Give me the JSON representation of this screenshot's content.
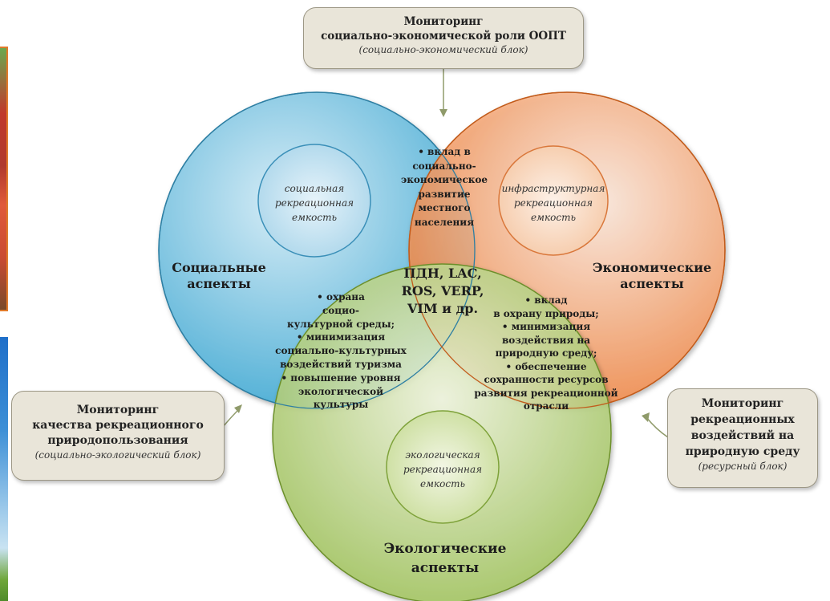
{
  "top_box": {
    "title": "Мониторинг\nсоциально-экономической роли ООПТ",
    "subtitle": "(социально-экономический блок)"
  },
  "left_box": {
    "title": "Мониторинг\nкачества рекреационного\nприродопользования",
    "subtitle": "(социально-экологический блок)"
  },
  "right_box": {
    "title": "Мониторинг\nрекреационных\nвоздействий на\nприродную среду",
    "subtitle": "(ресурсный блок)"
  },
  "circles": {
    "social": {
      "label": "Социальные\nаспекты",
      "inner": "социальная\nрекреационная\nемкость",
      "color": "#3fa8d2"
    },
    "economic": {
      "label": "Экономические\nаспекты",
      "inner": "инфраструктурная\nрекреационная\nемкость",
      "color": "#f07a30"
    },
    "ecological": {
      "label": "Экологические\nаспекты",
      "inner": "экологическая\nрекреационная\nемкость",
      "color": "#92ba45"
    }
  },
  "intersections": {
    "social_economic": "• вклад в\nсоциально-\nэкономическое\nразвитие\nместного\nнаселения",
    "social_ecological": "• охрана\nсоцио-\nкультурной среды;\n• минимизация\nсоциально-культурных\nвоздействий туризма\n• повышение уровня\nэкологической\nкультуры",
    "economic_ecological": "• вклад\nв охрану природы;\n• минимизация\nвоздействия на\nприродную среду;\n• обеспечение\nсохранности ресурсов\nразвития рекреационной\nотрасли",
    "center": "ПДН, LAC,\nROS, VERP,\nVIM и др."
  }
}
